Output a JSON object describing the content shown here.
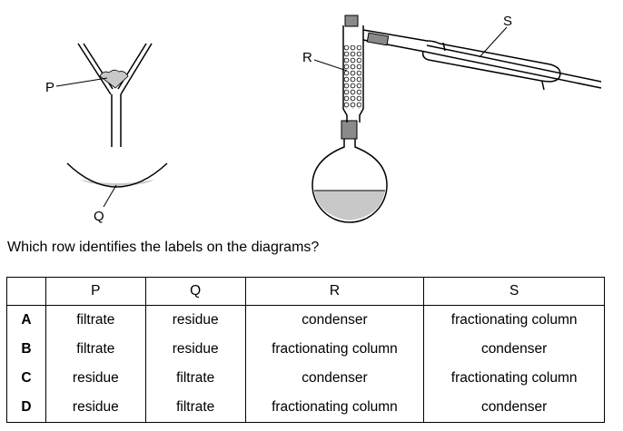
{
  "diagram": {
    "labels": {
      "p": "P",
      "q": "Q",
      "r": "R",
      "s": "S"
    }
  },
  "question": "Which row identifies the labels on the diagrams?",
  "table": {
    "headers": [
      "",
      "P",
      "Q",
      "R",
      "S"
    ],
    "rows": [
      {
        "key": "A",
        "p": "filtrate",
        "q": "residue",
        "r": "condenser",
        "s": "fractionating column"
      },
      {
        "key": "B",
        "p": "filtrate",
        "q": "residue",
        "r": "fractionating column",
        "s": "condenser"
      },
      {
        "key": "C",
        "p": "residue",
        "q": "filtrate",
        "r": "condenser",
        "s": "fractionating column"
      },
      {
        "key": "D",
        "p": "residue",
        "q": "filtrate",
        "r": "fractionating column",
        "s": "condenser"
      }
    ]
  }
}
